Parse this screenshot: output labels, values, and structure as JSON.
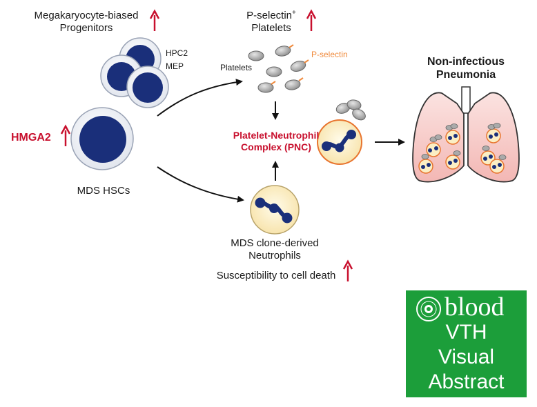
{
  "labels": {
    "mk_progenitors_line1": "Megakaryocyte-biased",
    "mk_progenitors_line2": "Progenitors",
    "hpc2": "HPC2",
    "mep": "MEP",
    "pselectin_platelets_line1": "P-selectin",
    "pselectin_platelets_sup": "+",
    "pselectin_platelets_line2": "Platelets",
    "platelets": "Platelets",
    "pselectin": "P-selectin",
    "hmga2": "HMGA2",
    "mds_hscs": "MDS HSCs",
    "pnc_line1": "Platelet-Neutrophil",
    "pnc_line2": "Complex (PNC)",
    "pneumonia_line1": "Non-infectious",
    "pneumonia_line2": "Pneumonia",
    "neutrophils_line1": "MDS clone-derived",
    "neutrophils_line2": "Neutrophils",
    "cell_death": "Susceptibility to cell death"
  },
  "badge": {
    "brand": "blood",
    "line1": "VTH",
    "line2": "Visual",
    "line3": "Abstract"
  },
  "colors": {
    "up_arrow": "#c8102e",
    "nucleus": "#1a2f7a",
    "neutrophil_fill": "#fbeec4",
    "neutrophil_ring": "#e8752f",
    "lung_fill": "#f6c9c6",
    "badge_bg": "#1c9e3a",
    "pselectin_orange": "#f08a3c"
  }
}
